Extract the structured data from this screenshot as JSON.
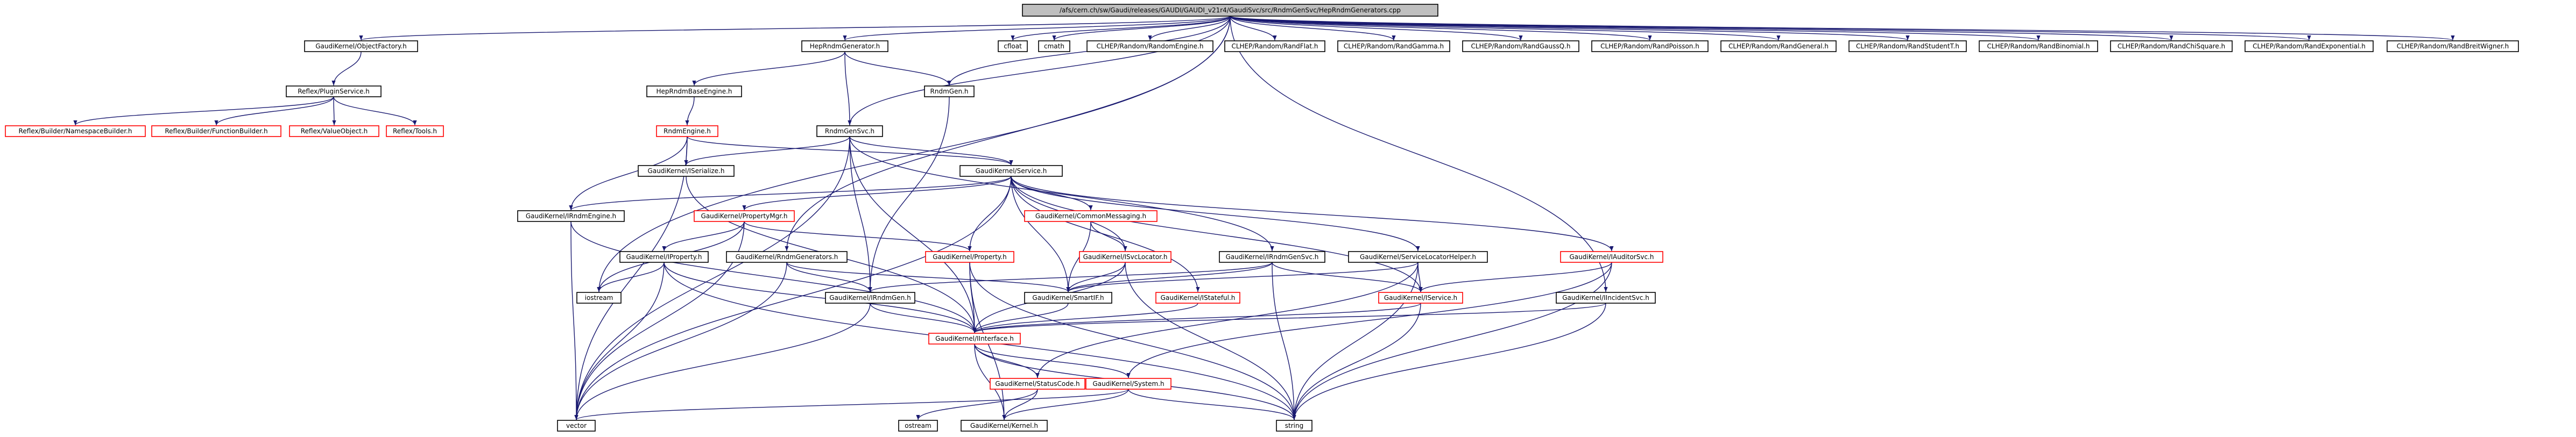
{
  "colors": {
    "edge": "#191970",
    "documented_border": "#000000",
    "undocumented_border": "#ff0000",
    "root_fill": "#bfbfbf"
  },
  "nodes": [
    {
      "id": "root",
      "label": "/afs/cern.ch/sw/Gaudi/releases/GAUDI/GAUDI_v21r4/GaudiSvc/src/RndmGenSvc/HepRndmGenerators.cpp",
      "style": "root"
    },
    {
      "id": "objfactory",
      "label": "GaudiKernel/ObjectFactory.h",
      "style": "black"
    },
    {
      "id": "hepgen",
      "label": "HepRndmGenerator.h",
      "style": "black"
    },
    {
      "id": "cfloat",
      "label": "cfloat",
      "style": "black"
    },
    {
      "id": "cmath",
      "label": "cmath",
      "style": "black"
    },
    {
      "id": "randengine",
      "label": "CLHEP/Random/RandomEngine.h",
      "style": "black"
    },
    {
      "id": "randflat",
      "label": "CLHEP/Random/RandFlat.h",
      "style": "black"
    },
    {
      "id": "randgamma",
      "label": "CLHEP/Random/RandGamma.h",
      "style": "black"
    },
    {
      "id": "randgaussq",
      "label": "CLHEP/Random/RandGaussQ.h",
      "style": "black"
    },
    {
      "id": "randpoisson",
      "label": "CLHEP/Random/RandPoisson.h",
      "style": "black"
    },
    {
      "id": "randgeneral",
      "label": "CLHEP/Random/RandGeneral.h",
      "style": "black"
    },
    {
      "id": "randstudent",
      "label": "CLHEP/Random/RandStudentT.h",
      "style": "black"
    },
    {
      "id": "randbinomial",
      "label": "CLHEP/Random/RandBinomial.h",
      "style": "black"
    },
    {
      "id": "randchisq",
      "label": "CLHEP/Random/RandChiSquare.h",
      "style": "black"
    },
    {
      "id": "randexp",
      "label": "CLHEP/Random/RandExponential.h",
      "style": "black"
    },
    {
      "id": "randbw",
      "label": "CLHEP/Random/RandBreitWigner.h",
      "style": "black"
    },
    {
      "id": "pluginsvc",
      "label": "Reflex/PluginService.h",
      "style": "black"
    },
    {
      "id": "hepbase",
      "label": "HepRndmBaseEngine.h",
      "style": "black"
    },
    {
      "id": "rndmgen",
      "label": "RndmGen.h",
      "style": "black"
    },
    {
      "id": "nsbuilder",
      "label": "Reflex/Builder/NamespaceBuilder.h",
      "style": "red"
    },
    {
      "id": "fnbuilder",
      "label": "Reflex/Builder/FunctionBuilder.h",
      "style": "red"
    },
    {
      "id": "valueobj",
      "label": "Reflex/ValueObject.h",
      "style": "red"
    },
    {
      "id": "tools",
      "label": "Reflex/Tools.h",
      "style": "red"
    },
    {
      "id": "rndmengine",
      "label": "RndmEngine.h",
      "style": "red"
    },
    {
      "id": "rndmgensvc",
      "label": "RndmGenSvc.h",
      "style": "black"
    },
    {
      "id": "iserialize",
      "label": "GaudiKernel/ISerialize.h",
      "style": "black"
    },
    {
      "id": "service",
      "label": "GaudiKernel/Service.h",
      "style": "black"
    },
    {
      "id": "irndmengine",
      "label": "GaudiKernel/IRndmEngine.h",
      "style": "black"
    },
    {
      "id": "propmgr",
      "label": "GaudiKernel/PropertyMgr.h",
      "style": "red"
    },
    {
      "id": "commsg",
      "label": "GaudiKernel/CommonMessaging.h",
      "style": "red"
    },
    {
      "id": "iproperty",
      "label": "GaudiKernel/IProperty.h",
      "style": "black"
    },
    {
      "id": "irndmgens",
      "label": "GaudiKernel/RndmGenerators.h",
      "style": "black"
    },
    {
      "id": "property",
      "label": "GaudiKernel/Property.h",
      "style": "red"
    },
    {
      "id": "isvclocator",
      "label": "GaudiKernel/ISvcLocator.h",
      "style": "red"
    },
    {
      "id": "irndmgensvc",
      "label": "GaudiKernel/IRndmGenSvc.h",
      "style": "black"
    },
    {
      "id": "svclochelper",
      "label": "GaudiKernel/ServiceLocatorHelper.h",
      "style": "black"
    },
    {
      "id": "iauditorsvc",
      "label": "GaudiKernel/IAuditorSvc.h",
      "style": "red"
    },
    {
      "id": "iostream",
      "label": "iostream",
      "style": "black"
    },
    {
      "id": "irndmgen",
      "label": "GaudiKernel/IRndmGen.h",
      "style": "black"
    },
    {
      "id": "smartif",
      "label": "GaudiKernel/SmartIF.h",
      "style": "black"
    },
    {
      "id": "istateful",
      "label": "GaudiKernel/IStateful.h",
      "style": "red"
    },
    {
      "id": "iservice",
      "label": "GaudiKernel/IService.h",
      "style": "red"
    },
    {
      "id": "iincidentsvc",
      "label": "GaudiKernel/IIncidentSvc.h",
      "style": "black"
    },
    {
      "id": "iinterface",
      "label": "GaudiKernel/IInterface.h",
      "style": "red"
    },
    {
      "id": "statuscode",
      "label": "GaudiKernel/StatusCode.h",
      "style": "red"
    },
    {
      "id": "system",
      "label": "GaudiKernel/System.h",
      "style": "red"
    },
    {
      "id": "vector",
      "label": "vector",
      "style": "black"
    },
    {
      "id": "ostream",
      "label": "ostream",
      "style": "black"
    },
    {
      "id": "kernel",
      "label": "GaudiKernel/Kernel.h",
      "style": "black"
    },
    {
      "id": "string",
      "label": "string",
      "style": "black"
    }
  ],
  "edges": [
    [
      "root",
      "objfactory"
    ],
    [
      "root",
      "hepgen"
    ],
    [
      "root",
      "cfloat"
    ],
    [
      "root",
      "cmath"
    ],
    [
      "root",
      "randengine"
    ],
    [
      "root",
      "randflat"
    ],
    [
      "root",
      "randgamma"
    ],
    [
      "root",
      "randgaussq"
    ],
    [
      "root",
      "randpoisson"
    ],
    [
      "root",
      "randgeneral"
    ],
    [
      "root",
      "randstudent"
    ],
    [
      "root",
      "randbinomial"
    ],
    [
      "root",
      "randchisq"
    ],
    [
      "root",
      "randexp"
    ],
    [
      "root",
      "randbw"
    ],
    [
      "root",
      "rndmgen"
    ],
    [
      "root",
      "rndmgensvc"
    ],
    [
      "root",
      "irndmgens"
    ],
    [
      "root",
      "iincidentsvc"
    ],
    [
      "root",
      "iostream"
    ],
    [
      "objfactory",
      "pluginsvc"
    ],
    [
      "pluginsvc",
      "nsbuilder"
    ],
    [
      "pluginsvc",
      "fnbuilder"
    ],
    [
      "pluginsvc",
      "valueobj"
    ],
    [
      "pluginsvc",
      "tools"
    ],
    [
      "hepgen",
      "hepbase"
    ],
    [
      "hepgen",
      "rndmgen"
    ],
    [
      "hepgen",
      "rndmgensvc"
    ],
    [
      "hepbase",
      "rndmengine"
    ],
    [
      "rndmengine",
      "iserialize"
    ],
    [
      "rndmengine",
      "service"
    ],
    [
      "rndmengine",
      "irndmengine"
    ],
    [
      "rndmengine",
      "vector"
    ],
    [
      "rndmgen",
      "irndmgen"
    ],
    [
      "rndmgensvc",
      "iserialize"
    ],
    [
      "rndmgensvc",
      "service"
    ],
    [
      "rndmgensvc",
      "irndmgensvc"
    ],
    [
      "rndmgensvc",
      "irndmgen"
    ],
    [
      "rndmgensvc",
      "iinterface"
    ],
    [
      "rndmgensvc",
      "vector"
    ],
    [
      "iserialize",
      "iinterface"
    ],
    [
      "service",
      "propmgr"
    ],
    [
      "service",
      "commsg"
    ],
    [
      "service",
      "property"
    ],
    [
      "service",
      "isvclocator"
    ],
    [
      "service",
      "svclochelper"
    ],
    [
      "service",
      "iauditorsvc"
    ],
    [
      "service",
      "iservice"
    ],
    [
      "service",
      "istateful"
    ],
    [
      "service",
      "smartif"
    ],
    [
      "service",
      "irndmengine"
    ],
    [
      "service",
      "vector"
    ],
    [
      "irndmengine",
      "iinterface"
    ],
    [
      "irndmengine",
      "vector"
    ],
    [
      "propmgr",
      "iproperty"
    ],
    [
      "propmgr",
      "property"
    ],
    [
      "propmgr",
      "iostream"
    ],
    [
      "propmgr",
      "vector"
    ],
    [
      "commsg",
      "isvclocator"
    ],
    [
      "commsg",
      "smartif"
    ],
    [
      "iproperty",
      "iinterface"
    ],
    [
      "iproperty",
      "iostream"
    ],
    [
      "iproperty",
      "string"
    ],
    [
      "iproperty",
      "vector"
    ],
    [
      "irndmgens",
      "irndmgen"
    ],
    [
      "irndmgens",
      "smartif"
    ],
    [
      "irndmgens",
      "vector"
    ],
    [
      "property",
      "iinterface"
    ],
    [
      "property",
      "string"
    ],
    [
      "property",
      "kernel"
    ],
    [
      "isvclocator",
      "iinterface"
    ],
    [
      "isvclocator",
      "smartif"
    ],
    [
      "isvclocator",
      "string"
    ],
    [
      "irndmgensvc",
      "irndmgen"
    ],
    [
      "irndmgensvc",
      "iservice"
    ],
    [
      "irndmgensvc",
      "smartif"
    ],
    [
      "irndmgensvc",
      "string"
    ],
    [
      "svclochelper",
      "iservice"
    ],
    [
      "svclochelper",
      "statuscode"
    ],
    [
      "svclochelper",
      "string"
    ],
    [
      "svclochelper",
      "smartif"
    ],
    [
      "iauditorsvc",
      "iservice"
    ],
    [
      "iauditorsvc",
      "system"
    ],
    [
      "iauditorsvc",
      "string"
    ],
    [
      "irndmgen",
      "iinterface"
    ],
    [
      "irndmgen",
      "vector"
    ],
    [
      "smartif",
      "iinterface"
    ],
    [
      "istateful",
      "iinterface"
    ],
    [
      "iservice",
      "iinterface"
    ],
    [
      "iservice",
      "string"
    ],
    [
      "iincidentsvc",
      "iinterface"
    ],
    [
      "iincidentsvc",
      "string"
    ],
    [
      "iinterface",
      "statuscode"
    ],
    [
      "iinterface",
      "system"
    ],
    [
      "iinterface",
      "kernel"
    ],
    [
      "iinterface",
      "string"
    ],
    [
      "statuscode",
      "ostream"
    ],
    [
      "statuscode",
      "kernel"
    ],
    [
      "system",
      "kernel"
    ],
    [
      "system",
      "string"
    ],
    [
      "system",
      "vector"
    ]
  ]
}
